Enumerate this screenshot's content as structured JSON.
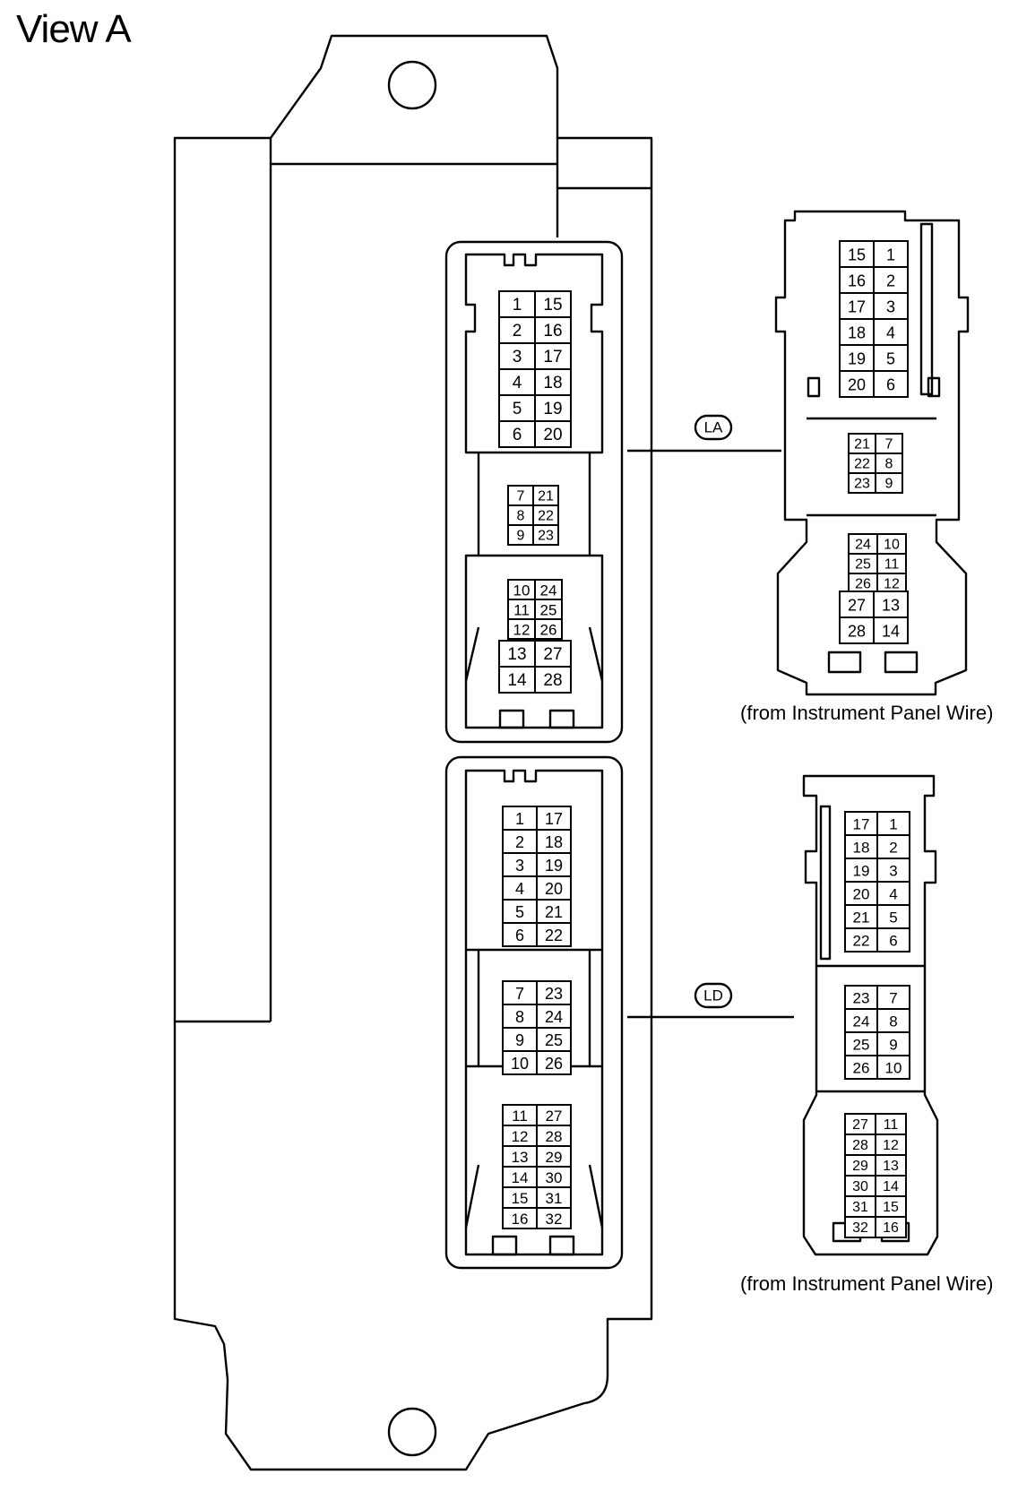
{
  "title": "View A",
  "connectors": [
    {
      "id": "LA",
      "label": "LA",
      "note": "(from Instrument Panel Wire)",
      "pcb_blocks": [
        [
          [
            "1",
            "15"
          ],
          [
            "2",
            "16"
          ],
          [
            "3",
            "17"
          ],
          [
            "4",
            "18"
          ],
          [
            "5",
            "19"
          ],
          [
            "6",
            "20"
          ]
        ],
        [
          [
            "7",
            "21"
          ],
          [
            "8",
            "22"
          ],
          [
            "9",
            "23"
          ]
        ],
        [
          [
            "10",
            "24"
          ],
          [
            "11",
            "25"
          ],
          [
            "12",
            "26"
          ]
        ],
        [
          [
            "13",
            "27"
          ],
          [
            "14",
            "28"
          ]
        ]
      ],
      "harness_blocks": [
        [
          [
            "15",
            "1"
          ],
          [
            "16",
            "2"
          ],
          [
            "17",
            "3"
          ],
          [
            "18",
            "4"
          ],
          [
            "19",
            "5"
          ],
          [
            "20",
            "6"
          ]
        ],
        [
          [
            "21",
            "7"
          ],
          [
            "22",
            "8"
          ],
          [
            "23",
            "9"
          ]
        ],
        [
          [
            "24",
            "10"
          ],
          [
            "25",
            "11"
          ],
          [
            "26",
            "12"
          ]
        ],
        [
          [
            "27",
            "13"
          ],
          [
            "28",
            "14"
          ]
        ]
      ]
    },
    {
      "id": "LD",
      "label": "LD",
      "note": "(from Instrument Panel Wire)",
      "pcb_blocks": [
        [
          [
            "1",
            "17"
          ],
          [
            "2",
            "18"
          ],
          [
            "3",
            "19"
          ],
          [
            "4",
            "20"
          ],
          [
            "5",
            "21"
          ],
          [
            "6",
            "22"
          ]
        ],
        [
          [
            "7",
            "23"
          ],
          [
            "8",
            "24"
          ],
          [
            "9",
            "25"
          ],
          [
            "10",
            "26"
          ]
        ],
        [
          [
            "11",
            "27"
          ],
          [
            "12",
            "28"
          ],
          [
            "13",
            "29"
          ],
          [
            "14",
            "30"
          ],
          [
            "15",
            "31"
          ],
          [
            "16",
            "32"
          ]
        ]
      ],
      "harness_blocks": [
        [
          [
            "17",
            "1"
          ],
          [
            "18",
            "2"
          ],
          [
            "19",
            "3"
          ],
          [
            "20",
            "4"
          ],
          [
            "21",
            "5"
          ],
          [
            "22",
            "6"
          ]
        ],
        [
          [
            "23",
            "7"
          ],
          [
            "24",
            "8"
          ],
          [
            "25",
            "9"
          ],
          [
            "26",
            "10"
          ]
        ],
        [
          [
            "27",
            "11"
          ],
          [
            "28",
            "12"
          ],
          [
            "29",
            "13"
          ],
          [
            "30",
            "14"
          ],
          [
            "31",
            "15"
          ],
          [
            "32",
            "16"
          ]
        ]
      ]
    }
  ]
}
